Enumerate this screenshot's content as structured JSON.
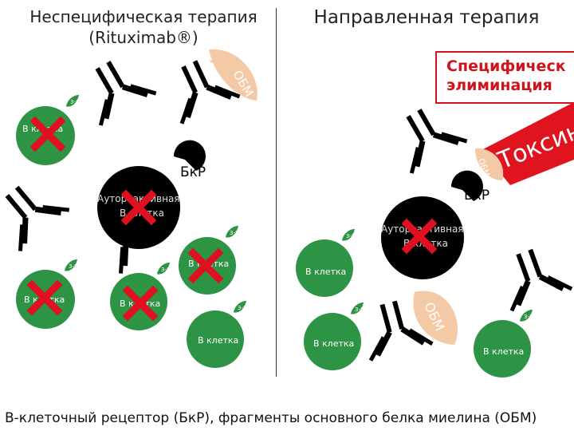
{
  "left_panel": {
    "title_line1": "Неспецифическая терапия",
    "title_line2": "(Rituximab®)"
  },
  "right_panel": {
    "title": "Направленная терапия",
    "specific_line1": "Специфическ",
    "specific_line2": "элиминация"
  },
  "labels": {
    "b_cell": "В клетка",
    "autoreactive_line1": "Аутореактивная",
    "autoreactive_line2": "В клетка",
    "bcr": "БкР",
    "obm": "ОБМ",
    "toxin": "Токсин",
    "cd_tag": "3-8"
  },
  "caption": "В-клеточный рецептор (БкР), фрагменты основного белка миелина (ОБМ)",
  "colors": {
    "cell_green": "#2e9445",
    "cell_dark": "#000000",
    "cross_red": "#e01020",
    "obm_fill": "#f4c9a6",
    "toxin_red": "#e0141e",
    "divider": "#333333"
  },
  "icons": [
    "antibody-icon",
    "b-cell-icon",
    "autoreactive-b-cell-icon",
    "elimination-cross-icon",
    "obm-fragment-icon",
    "toxin-icon",
    "leaf-icon"
  ]
}
